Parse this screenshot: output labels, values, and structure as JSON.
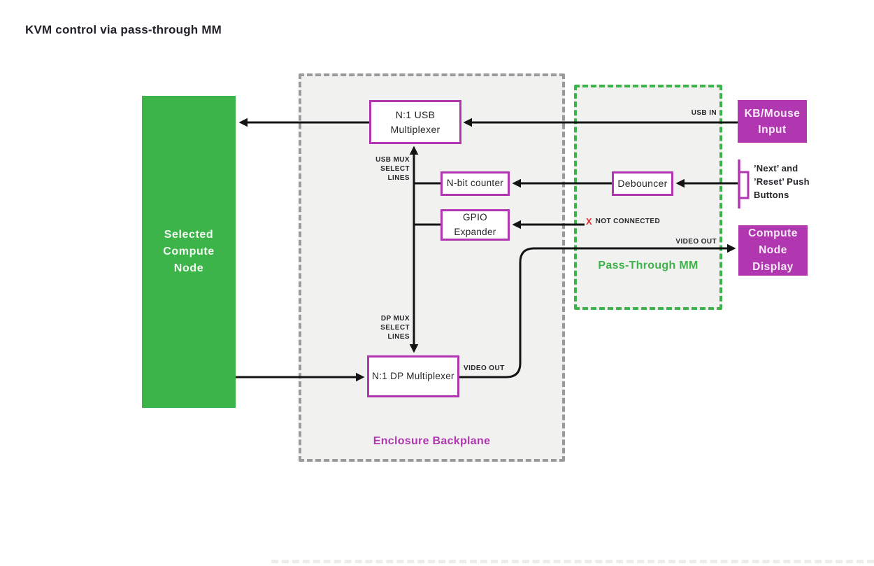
{
  "title": "KVM control via pass-through MM",
  "colors": {
    "green": "#3cb44a",
    "magenta": "#b137b1",
    "panel_fill": "#f1f1ef",
    "panel_border": "#9a9a9a",
    "wire": "#141414",
    "red_x": "#ea2a2e",
    "text_dark": "#26262b",
    "white_text": "#f7ecf7"
  },
  "containers": {
    "backplane": {
      "label": "Enclosure Backplane"
    },
    "pass_through_mm": {
      "label": "Pass-Through MM"
    }
  },
  "nodes": {
    "selected_compute_node": {
      "label": "Selected\nCompute\nNode"
    },
    "usb_multiplexer": {
      "label": "N:1 USB\nMultiplexer"
    },
    "n_bit_counter": {
      "label": "N-bit counter"
    },
    "gpio_expander": {
      "label": "GPIO\nExpander"
    },
    "dp_multiplexer": {
      "label": "N:1 DP Multiplexer"
    },
    "debouncer": {
      "label": "Debouncer"
    },
    "kb_mouse_input": {
      "label": "KB/Mouse\nInput"
    },
    "compute_node_display": {
      "label": "Compute\nNode\nDisplay"
    },
    "push_buttons": {
      "label": "’Next’ and\n’Reset’ Push\nButtons"
    }
  },
  "wire_labels": {
    "usb_in": "USB IN",
    "usb_mux_select": "USB MUX\nSELECT\nLINES",
    "dp_mux_select": "DP MUX\nSELECT\nLINES",
    "video_out_mm": "VIDEO OUT",
    "video_out_dp": "VIDEO OUT",
    "not_connected_mark": "X",
    "not_connected": "NOT CONNECTED"
  }
}
